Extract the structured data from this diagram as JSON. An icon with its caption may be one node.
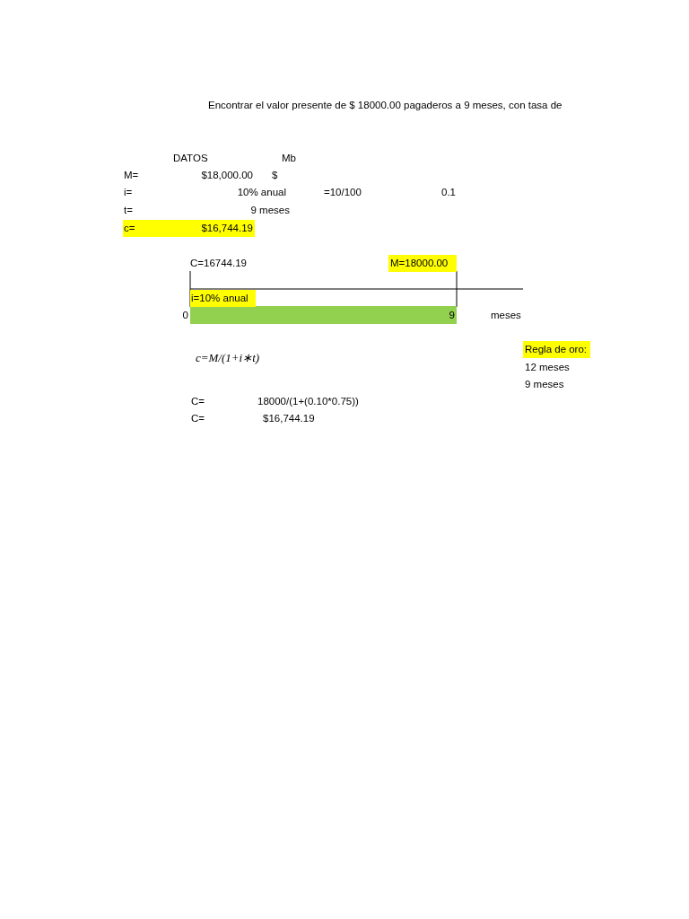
{
  "diagram": {
    "title": "Encontrar el valor presente de $ 18000.00 pagaderos a 9 meses, con tasa de",
    "nodes": [
      {
        "text": [
          "9"
        ]
      }
    ],
    "labels": [
      "DATOS",
      "Mb",
      "M=",
      "$18,000.00",
      "$",
      "i=",
      "10% anual",
      "=10/100",
      "0.1",
      "t=",
      "9 meses",
      "c=",
      "$16,744.19",
      "C=16744.19",
      "M=18000.00",
      "i=10% anual",
      "0",
      "meses",
      "c=M/(1+i∗t)",
      "Regla de oro:",
      "12 meses",
      "9 meses",
      "C=",
      "18000/(1+(0.10*0.75))",
      "C=",
      "$16,744.19"
    ]
  }
}
